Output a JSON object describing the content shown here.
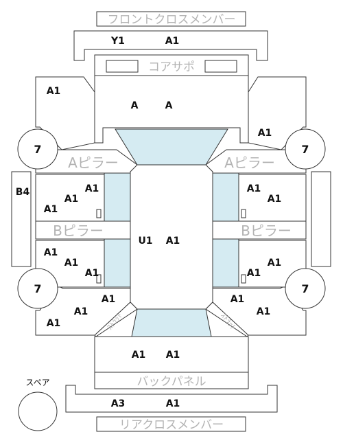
{
  "labels": {
    "front_cross_member": "フロントクロスメンバー",
    "core_support": "コアサポ",
    "a_pillar": "Aピラー",
    "b_pillar": "Bピラー",
    "back_panel": "バックパネル",
    "rear_cross_member": "リアクロスメンバー",
    "spare": "スペア",
    "side_left": "B4",
    "side_right": "",
    "strut": "ｽﾄﾗｯﾄ"
  },
  "grades": {
    "front_member_left": "Y1",
    "front_member_right": "A1",
    "hood_left": "A",
    "hood_right": "A",
    "fender_left": "A1",
    "fender_right": "A1",
    "wheel_front_left": "7",
    "wheel_front_right": "7",
    "wheel_rear_left": "7",
    "wheel_rear_right": "7",
    "front_door_left_a": "A1",
    "front_door_left_b": "A1",
    "front_door_left_c": "A1",
    "front_door_right_a": "A1",
    "front_door_right_b": "A1",
    "rear_door_left_a": "A1",
    "rear_door_left_b": "A1",
    "rear_door_left_c": "A1",
    "rear_door_right_a": "A1",
    "rear_door_right_b": "A1",
    "roof_left": "U1",
    "roof_right": "A1",
    "quarter_left_a": "A1",
    "quarter_left_b": "A1",
    "quarter_left_c": "A1",
    "quarter_right_a": "A1",
    "quarter_right_b": "A1",
    "trunk_left": "A1",
    "trunk_right": "A1",
    "rear_member_left": "A3",
    "rear_member_right": "A1"
  }
}
